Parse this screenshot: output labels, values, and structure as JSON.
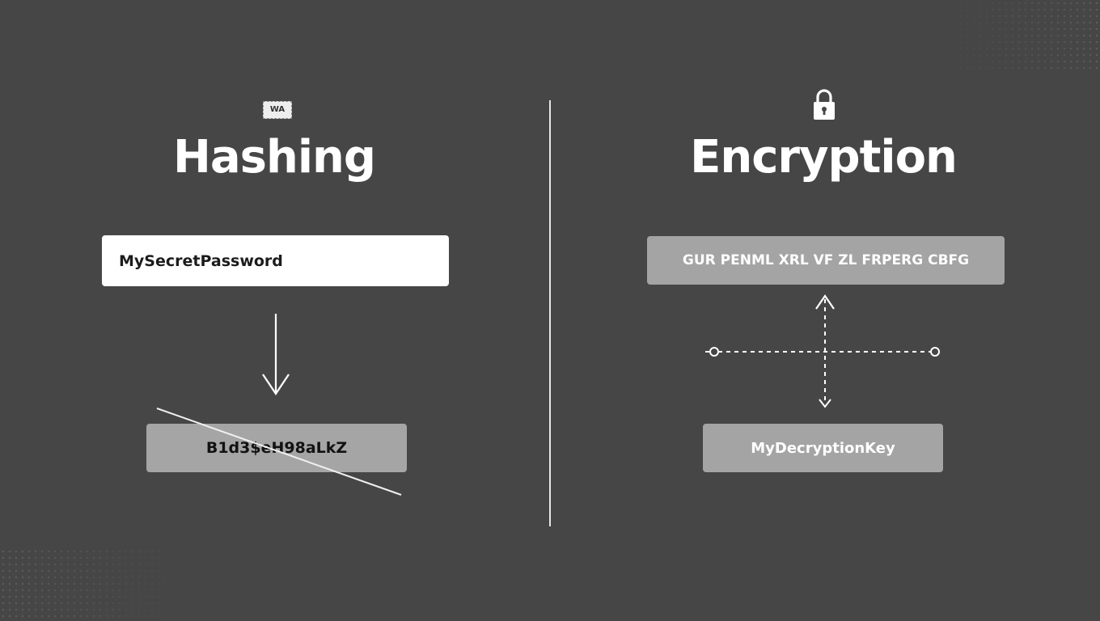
{
  "hashing": {
    "badge": "WA",
    "title": "Hashing",
    "input": "MySecretPassword",
    "hash": "B1d3$eH98aLkZ"
  },
  "encryption": {
    "title": "Encryption",
    "ciphertext": "GUR PENML XRL VF ZL FRPERG CBFG",
    "key": "MyDecryptionKey"
  },
  "icons": {
    "badge": "wa-tag-icon",
    "lock": "lock-icon",
    "hash_arrow": "arrow-down-icon",
    "key_link": "bidirectional-dashed-arrow-icon",
    "cancel": "strike-through-line"
  },
  "colors": {
    "background": "#464646",
    "white_box": "#ffffff",
    "grey_box": "#a5a5a5",
    "divider": "#e6e6e6"
  }
}
